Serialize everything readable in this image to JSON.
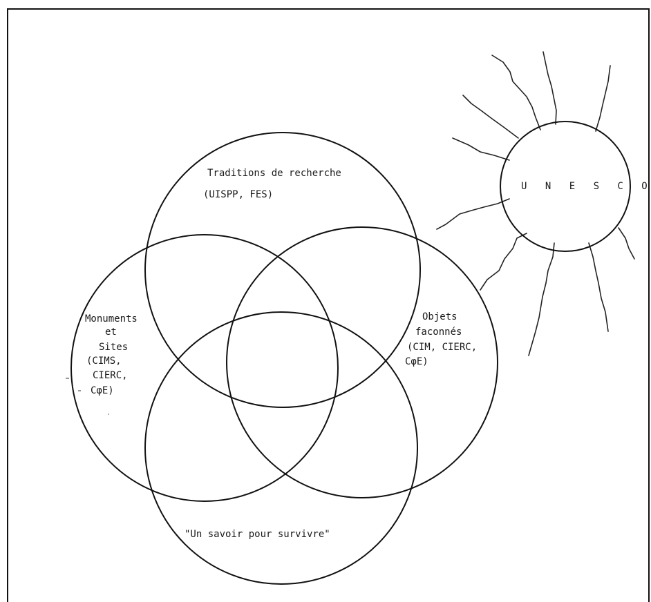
{
  "sun": {
    "label": "U N E S C O"
  },
  "circles": {
    "top": {
      "line1": "Traditions de recherche",
      "line2": "(UISPP,  FES)"
    },
    "left": {
      "line1": "Monuments",
      "line2": "et",
      "line3": "Sites",
      "line4": "(CIMS,",
      "line5": "CIERC,",
      "line6": "CφE)"
    },
    "right": {
      "line1": "Objets",
      "line2": "faconnés",
      "line3": "(CIM, CIERC,",
      "line4": "CφE)"
    },
    "bottom": {
      "line1": "\"Un savoir pour survivre\""
    }
  }
}
